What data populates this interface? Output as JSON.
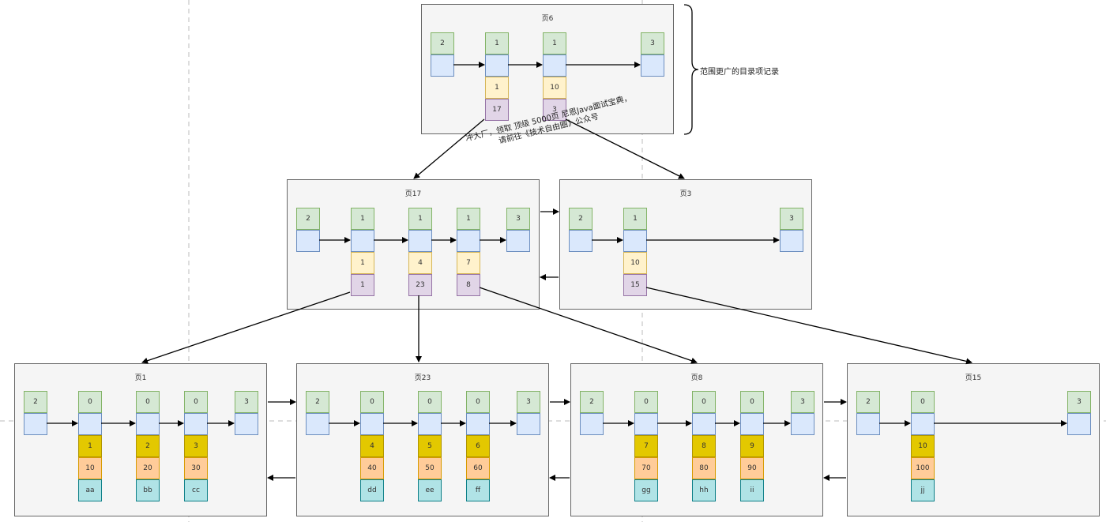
{
  "annotation": "范围更广的目录项记录",
  "watermark": {
    "line1": "冲大厂，领取 顶级 5000页 尼恩Java面试宝典，",
    "line2": "请前往《技术自由圈》公众号"
  },
  "pages": {
    "p6": {
      "title": "页6",
      "records": [
        {
          "type": "2",
          "next": true
        },
        {
          "type": "1",
          "next": true,
          "min_id": "1",
          "page_no": "17"
        },
        {
          "type": "1",
          "next": true,
          "min_id": "10",
          "page_no": "3"
        },
        {
          "type": "3",
          "next": false
        }
      ]
    },
    "p17": {
      "title": "页17",
      "records": [
        {
          "type": "2",
          "next": true
        },
        {
          "type": "1",
          "next": true,
          "min_id": "1",
          "page_no": "1"
        },
        {
          "type": "1",
          "next": true,
          "min_id": "4",
          "page_no": "23"
        },
        {
          "type": "1",
          "next": true,
          "min_id": "7",
          "page_no": "8"
        },
        {
          "type": "3",
          "next": false
        }
      ]
    },
    "p3": {
      "title": "页3",
      "records": [
        {
          "type": "2",
          "next": true
        },
        {
          "type": "1",
          "next": true,
          "min_id": "10",
          "page_no": "15"
        },
        {
          "type": "3",
          "next": false
        }
      ]
    },
    "p1": {
      "title": "页1",
      "records": [
        {
          "type": "2",
          "next": true
        },
        {
          "type": "0",
          "next": true,
          "c1": "1",
          "c2": "10",
          "c3": "aa"
        },
        {
          "type": "0",
          "next": true,
          "c1": "2",
          "c2": "20",
          "c3": "bb"
        },
        {
          "type": "0",
          "next": true,
          "c1": "3",
          "c2": "30",
          "c3": "cc"
        },
        {
          "type": "3",
          "next": false
        }
      ]
    },
    "p23": {
      "title": "页23",
      "records": [
        {
          "type": "2",
          "next": true
        },
        {
          "type": "0",
          "next": true,
          "c1": "4",
          "c2": "40",
          "c3": "dd"
        },
        {
          "type": "0",
          "next": true,
          "c1": "5",
          "c2": "50",
          "c3": "ee"
        },
        {
          "type": "0",
          "next": true,
          "c1": "6",
          "c2": "60",
          "c3": "ff"
        },
        {
          "type": "3",
          "next": false
        }
      ]
    },
    "p8": {
      "title": "页8",
      "records": [
        {
          "type": "2",
          "next": true
        },
        {
          "type": "0",
          "next": true,
          "c1": "7",
          "c2": "70",
          "c3": "gg"
        },
        {
          "type": "0",
          "next": true,
          "c1": "8",
          "c2": "80",
          "c3": "hh"
        },
        {
          "type": "0",
          "next": true,
          "c1": "9",
          "c2": "90",
          "c3": "ii"
        },
        {
          "type": "3",
          "next": false
        }
      ]
    },
    "p15": {
      "title": "页15",
      "records": [
        {
          "type": "2",
          "next": true
        },
        {
          "type": "0",
          "next": true,
          "c1": "10",
          "c2": "100",
          "c3": "jj"
        },
        {
          "type": "3",
          "next": false
        }
      ]
    }
  }
}
